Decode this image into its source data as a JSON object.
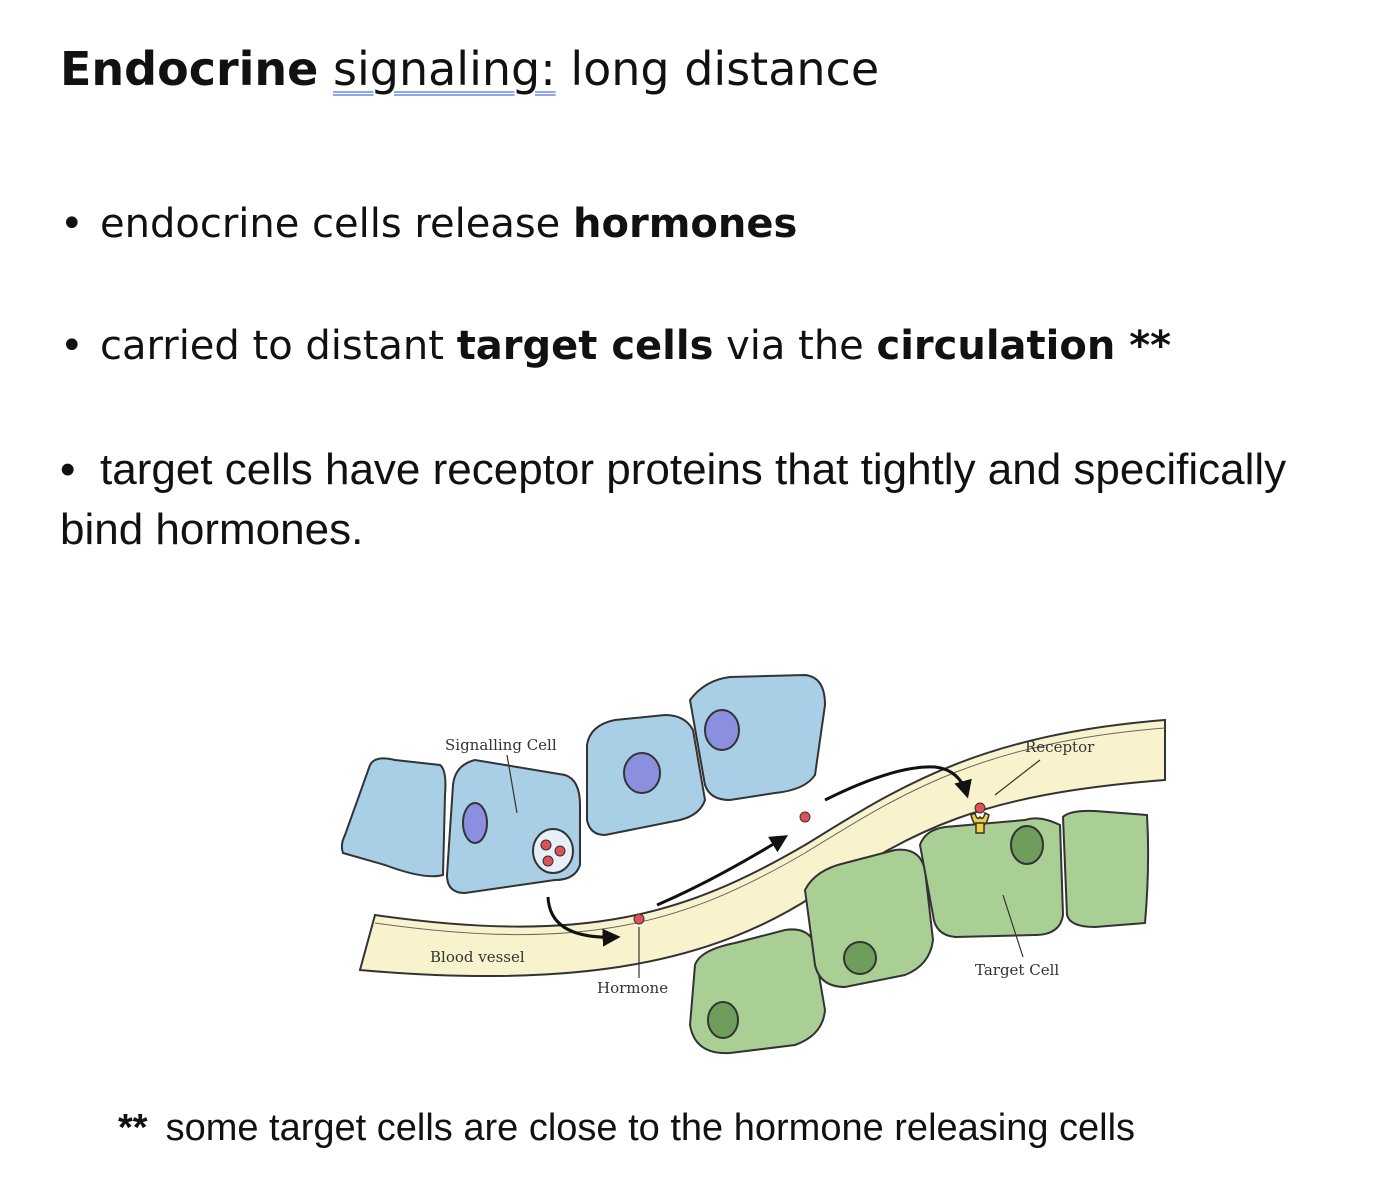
{
  "slide": {
    "title": {
      "bold": "Endocrine",
      "underlined": "signaling:",
      "rest": "long distance"
    },
    "bullets": [
      {
        "marker": "•",
        "parts": [
          "endocrine cells release ",
          "hormones"
        ]
      },
      {
        "marker": "•",
        "parts": [
          "carried to distant ",
          "target cells",
          " via the ",
          "circulation",
          " **"
        ]
      },
      {
        "marker": "•",
        "text": "target cells have receptor proteins that tightly and specifically bind hormones."
      }
    ],
    "footnote": {
      "marker": "**",
      "text": "some target cells are close to the hormone releasing cells"
    }
  },
  "figure": {
    "labels": {
      "signalling_cell": "Signalling Cell",
      "receptor": "Receptor",
      "blood_vessel": "Blood vessel",
      "hormone": "Hormone",
      "target_cell": "Target Cell"
    },
    "colors": {
      "signalling_cell_fill": "#a9cfe6",
      "nucleus_blue": "#8c8fe0",
      "vessel_fill": "#f8f3cc",
      "target_cell_fill": "#a9cf95",
      "nucleus_green": "#6f9e5c",
      "hormone_red": "#e0505a",
      "receptor_yellow": "#f0d040"
    }
  }
}
